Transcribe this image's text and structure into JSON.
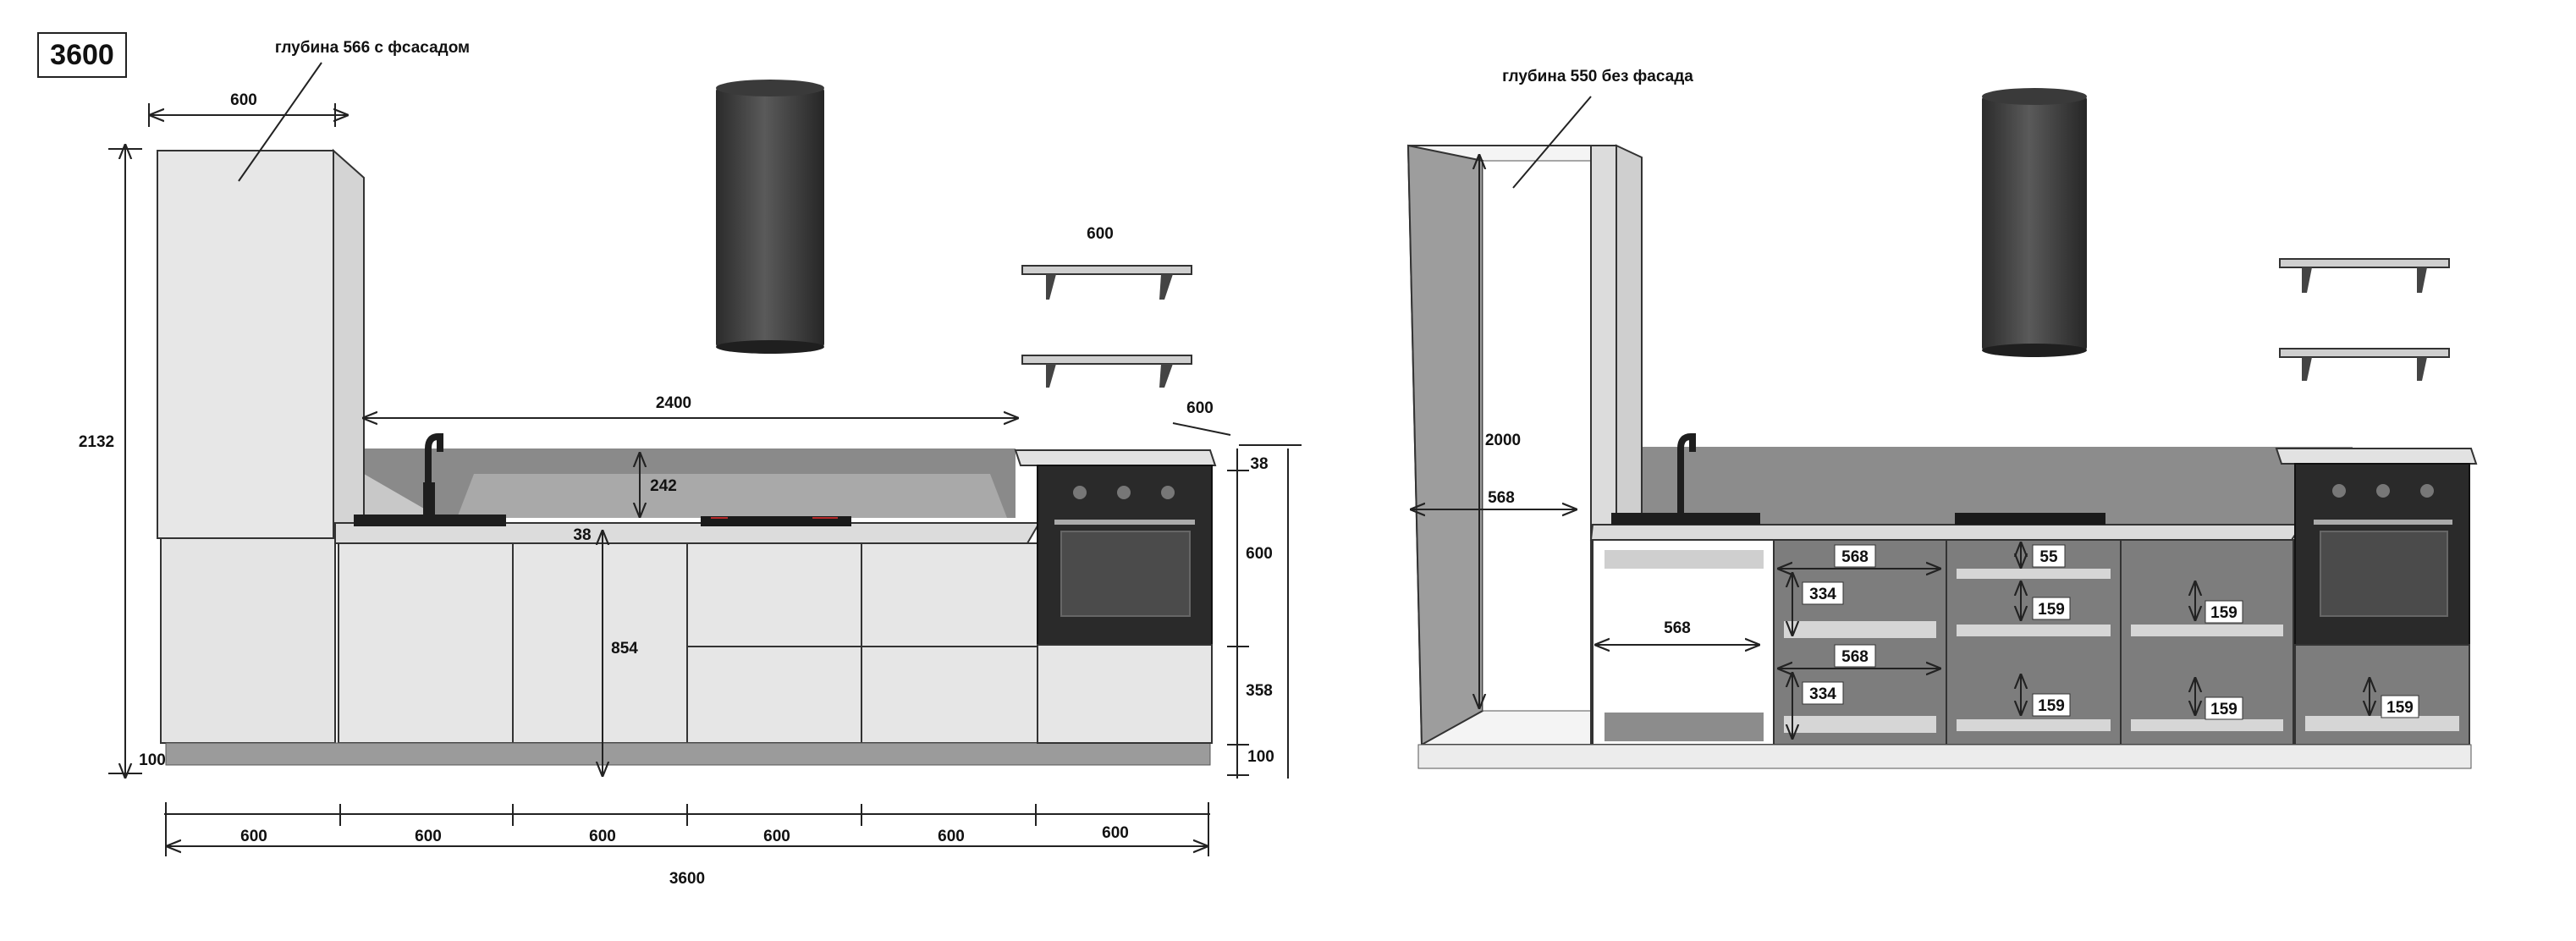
{
  "header": {
    "code": "3600"
  },
  "left": {
    "depth_note": "глубина 566 с фсасадом",
    "shelf_width": "600",
    "tall_width": "600",
    "height_total": "2132",
    "counter_length": "2400",
    "backsplash": "242",
    "top_thickness": "38",
    "base_height": "854",
    "plinth": "100",
    "oven_width": "600",
    "oven_top": "38",
    "oven_niche": "600",
    "oven_drawer": "358",
    "oven_plinth": "100",
    "module_widths": [
      "600",
      "600",
      "600",
      "600",
      "600",
      "600"
    ],
    "overall_width": "3600"
  },
  "right": {
    "depth_note": "глубина 550 без фасада",
    "inner_height": "2000",
    "inner_width": "568",
    "niche_width": "568",
    "drawer_widths": [
      "568",
      "568"
    ],
    "drawer_heights": [
      "334",
      "334"
    ],
    "small_gap": "55",
    "shelf_gaps": [
      "159",
      "159",
      "159",
      "159",
      "159"
    ]
  }
}
